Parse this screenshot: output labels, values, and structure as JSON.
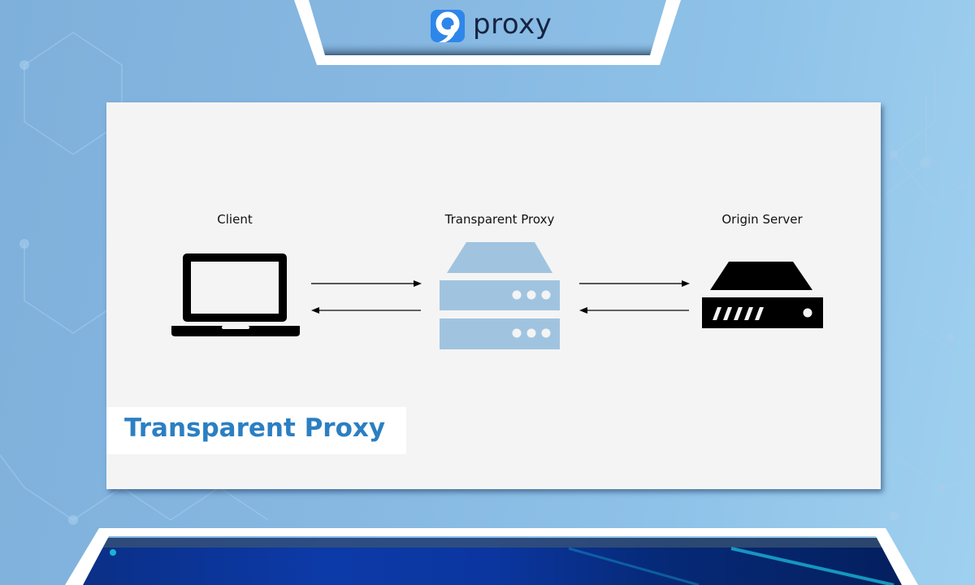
{
  "brand": {
    "logo_text": "proxy",
    "logo_icon": "9-logo-icon",
    "logo_color": "#2e86ea"
  },
  "diagram": {
    "title": "Transparent Proxy",
    "title_color": "#2b7fc2",
    "nodes": [
      {
        "id": "client",
        "label": "Client",
        "icon": "laptop-icon"
      },
      {
        "id": "proxy",
        "label": "Transparent Proxy",
        "icon": "server-stack-icon",
        "color": "#a0c4e0"
      },
      {
        "id": "origin",
        "label": "Origin Server",
        "icon": "server-icon",
        "color": "#000000"
      }
    ],
    "edges": [
      {
        "from": "client",
        "to": "proxy",
        "direction": "right"
      },
      {
        "from": "proxy",
        "to": "client",
        "direction": "left"
      },
      {
        "from": "proxy",
        "to": "origin",
        "direction": "right"
      },
      {
        "from": "origin",
        "to": "proxy",
        "direction": "left"
      }
    ]
  },
  "colors": {
    "background": "#86b8e2",
    "card": "#f4f4f4",
    "bottom_panel": "#0a2d7a"
  }
}
